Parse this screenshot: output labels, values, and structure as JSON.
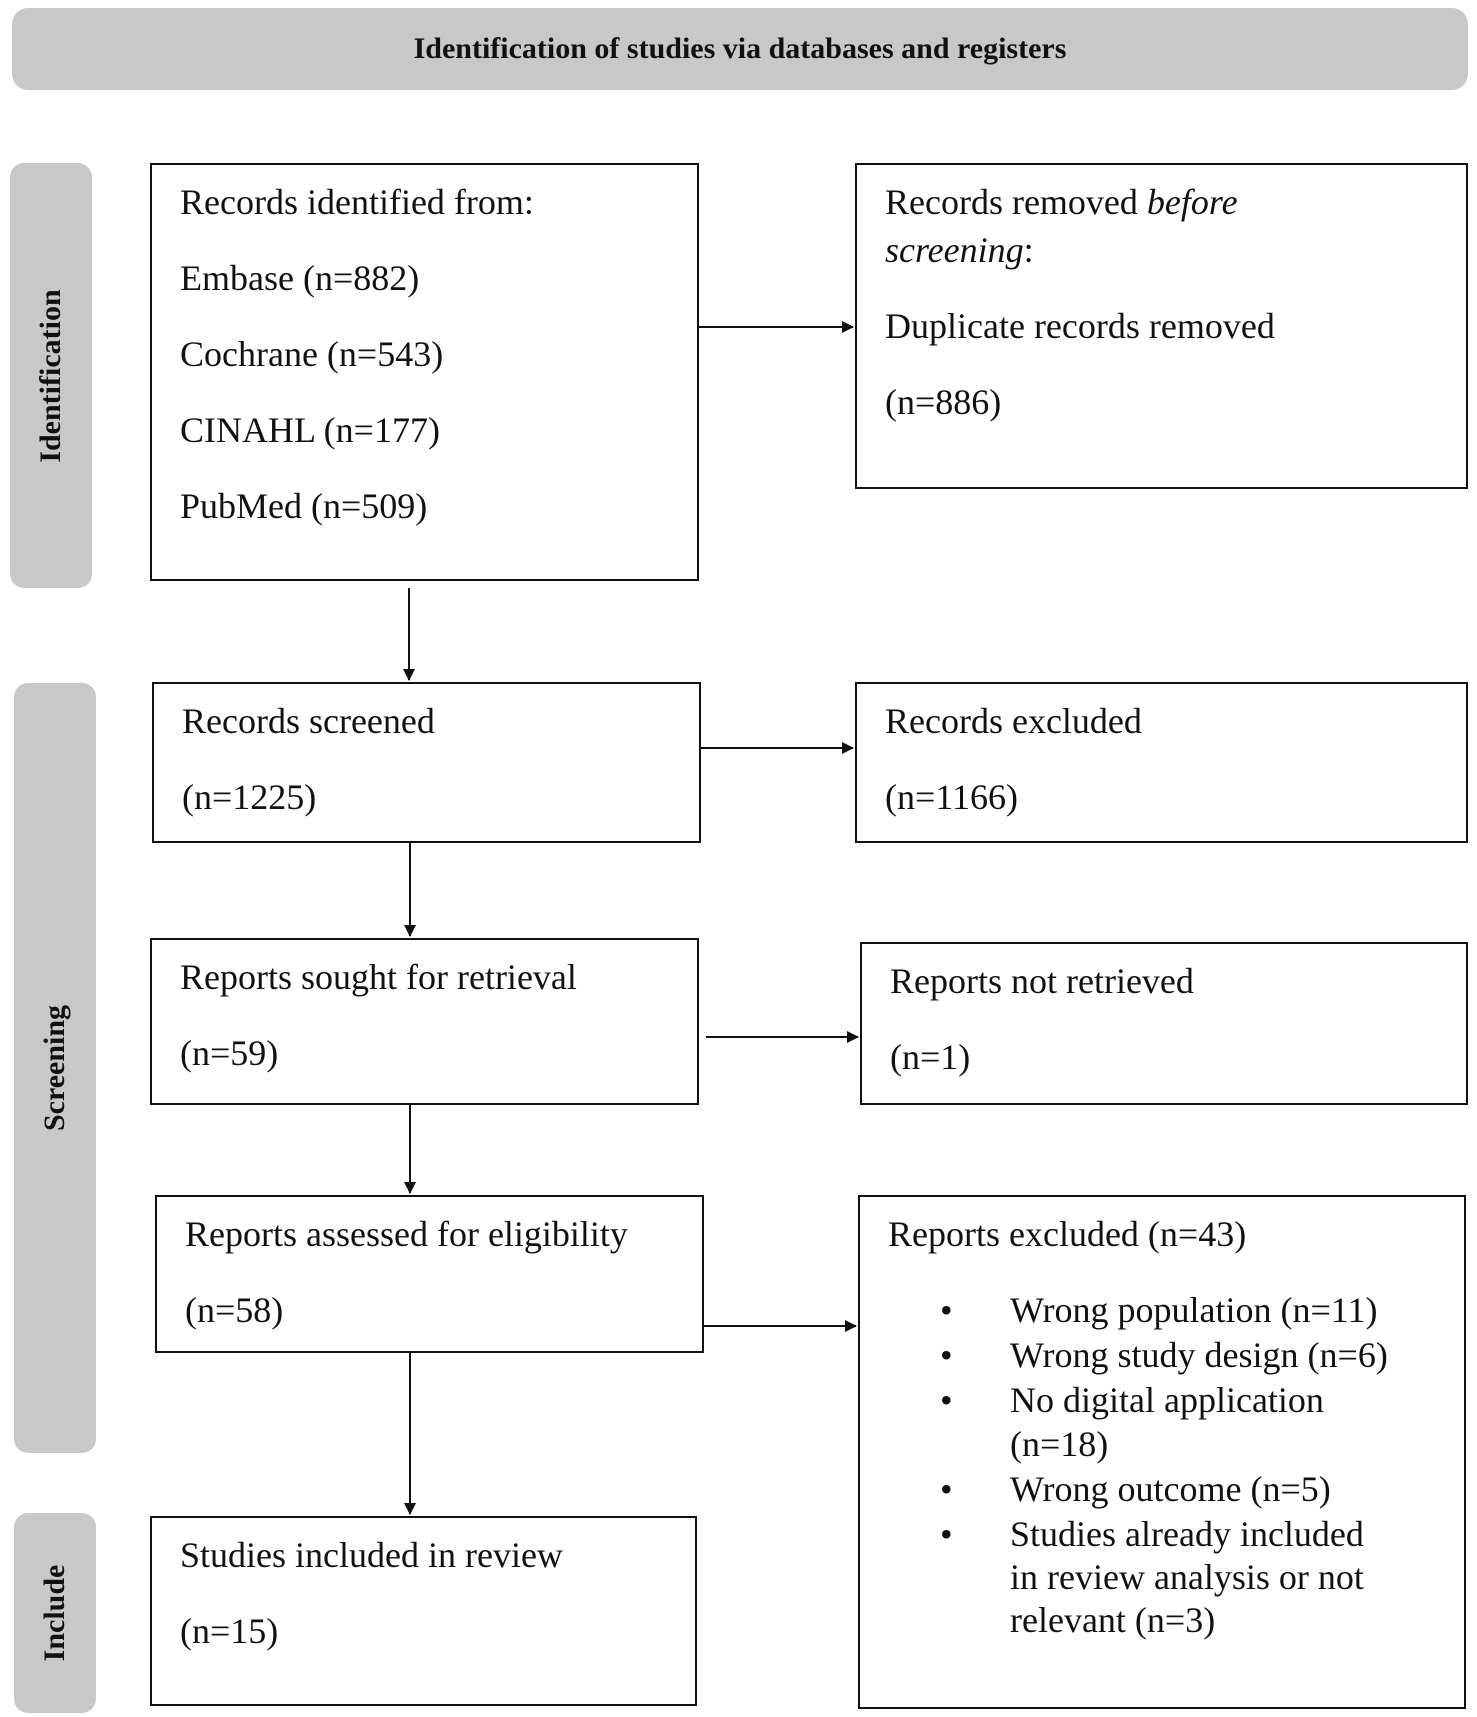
{
  "header": {
    "title": "Identification of studies via databases and registers"
  },
  "phases": {
    "identification": "Identification",
    "screening": "Screening",
    "include": "Include"
  },
  "identified": {
    "title": "Records identified from:",
    "sources": [
      "Embase (n=882)",
      "Cochrane (n=543)",
      "CINAHL (n=177)",
      "PubMed (n=509)"
    ]
  },
  "removed": {
    "prefix": "Records removed ",
    "emph_1": "before",
    "emph_2": "screening",
    "suffix": ":",
    "label": "Duplicate records removed",
    "count": "(n=886)"
  },
  "screened": {
    "label": "Records screened",
    "count": "(n=1225)"
  },
  "excluded_records": {
    "label": "Records excluded",
    "count": "(n=1166)"
  },
  "sought": {
    "label": "Reports sought for retrieval",
    "count": "(n=59)"
  },
  "not_retrieved": {
    "label": "Reports not retrieved",
    "count": "(n=1)"
  },
  "assessed": {
    "label": "Reports assessed for eligibility",
    "count": "(n=58)"
  },
  "excluded_reports": {
    "title": "Reports excluded (n=43)",
    "reasons": [
      "Wrong population (n=11)",
      "Wrong study design (n=6)",
      "No digital application (n=18)",
      "Wrong outcome (n=5)",
      "Studies already included in review analysis or not relevant (n=3)"
    ]
  },
  "included": {
    "label": "Studies included in review",
    "count": "(n=15)"
  }
}
